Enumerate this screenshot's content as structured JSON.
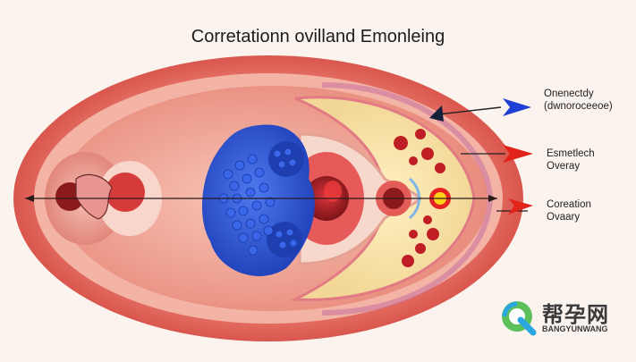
{
  "title": "Corretationn ovilland Emonleing",
  "labels": {
    "top_line1": "Onenectdy",
    "top_line2": "(dwnoroceeoe)",
    "mid_line1": "Esmetlech",
    "mid_line2": "Overay",
    "bottom_line1": "Coreation",
    "bottom_line2": "Ovaary"
  },
  "watermark": {
    "cn": "帮孕网",
    "en": "BANGYUNWANG"
  },
  "colors": {
    "background": "#fbf3ee",
    "outer_ring": "#e3675c",
    "blue_cluster": "#2e55d6",
    "arrow_blue": "#1f3fd6",
    "arrow_red": "#e2231a"
  },
  "icons": {
    "watermark_logo": "q-logo-icon"
  }
}
